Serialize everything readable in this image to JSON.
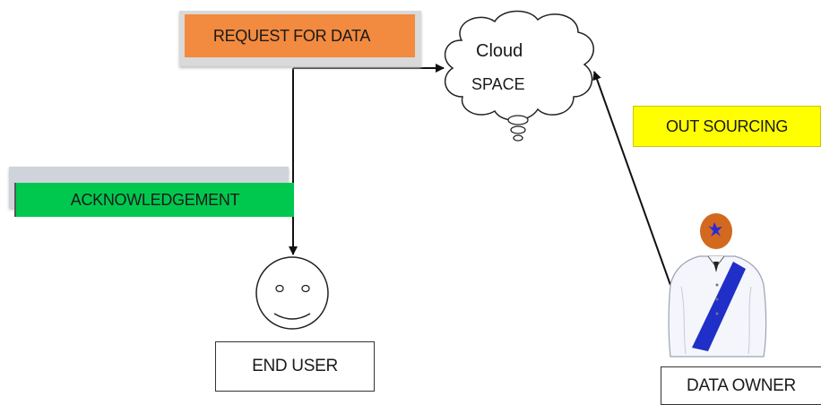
{
  "diagram": {
    "request_label": "REQUEST FOR DATA",
    "ack_label": "ACKNOWLEDGEMENT",
    "out_label": "OUT SOURCING",
    "cloud_line1": "Cloud",
    "cloud_line2": "SPACE",
    "end_user_label": "END USER",
    "data_owner_label": "DATA OWNER"
  },
  "colors": {
    "request": "#f28a3f",
    "ack": "#00c84f",
    "out": "#ffff00",
    "owner_sash": "#1f2fc8",
    "owner_head": "#d2691e"
  }
}
